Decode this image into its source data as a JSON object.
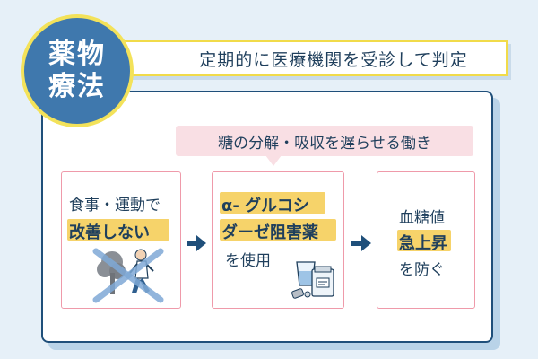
{
  "badge": {
    "line1": "薬物",
    "line2": "療法"
  },
  "headline": "定期的に医療機関を受診して判定",
  "bubble": "糖の分解・吸収を遅らせる働き",
  "steps": [
    {
      "line1": "食事・運動で",
      "highlight": "改善しない"
    },
    {
      "highlight1": "α- グルコシ",
      "highlight2": "ダーゼ阻害薬",
      "line3": "を使用"
    },
    {
      "line1": "血糖値",
      "highlight": "急上昇",
      "line3": "を防ぐ"
    }
  ],
  "colors": {
    "badge": "#3f78ad",
    "badge_border": "#f3e25a",
    "panel_border": "#1f4f7a",
    "step_border": "#ef9aaa",
    "highlight": "#f6d36a",
    "bubble": "#f9dfe4",
    "background": "#e6f0f8"
  },
  "icons": [
    "running-man-icon",
    "cross-icon",
    "medicine-bag-icon",
    "water-glass-icon",
    "pill-icon",
    "arrow-right-icon"
  ]
}
